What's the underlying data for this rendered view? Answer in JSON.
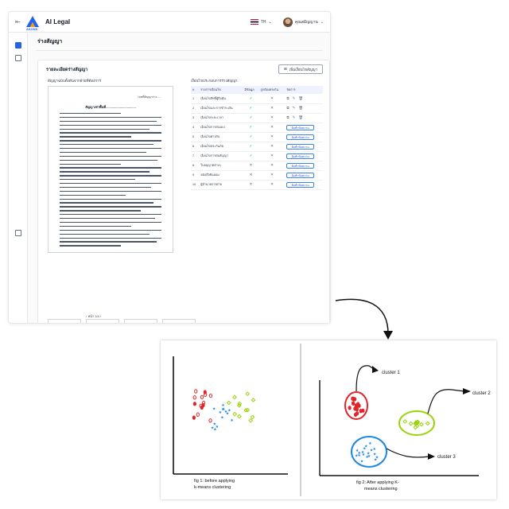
{
  "header": {
    "app_title": "AI Legal",
    "logo_text": "AXONS",
    "language": "TH",
    "user_name": "คุณสมัญญาน"
  },
  "page": {
    "title": "ร่างสัญญา"
  },
  "card": {
    "title": "รายละเอียดร่างสัญญา",
    "add_button": "เพิ่มเงื่อนไขสัญญา",
    "left_label": "สัญญาฉบับตั้งต้นจากฝ่ายที่ต้องการ",
    "right_label": "เงื่อนไขประกอบการร่างสัญญา",
    "pager": "หน้า 1/4"
  },
  "document": {
    "top_right": "เลขที่สัญญาร่าง......",
    "heading": "สัญญาเช่าพื้นที่.................................."
  },
  "table": {
    "columns": [
      "#",
      "รายการเงื่อนไข",
      "มีข้อมูล",
      "ถูกต้องตรงกัน",
      "จัดการ"
    ],
    "edit_label": "จัดทำข้อความ",
    "rows": [
      {
        "no": "1",
        "name": "เงื่อนไขสิทธิ์ผู้ถือหุ้น",
        "has": true,
        "ok": false,
        "edit": false
      },
      {
        "no": "2",
        "name": "เงื่อนไขและการชำระเงิน",
        "has": true,
        "ok": false,
        "edit": false
      },
      {
        "no": "3",
        "name": "เงื่อนไขระยะเวลา",
        "has": true,
        "ok": false,
        "edit": false
      },
      {
        "no": "4",
        "name": "เงื่อนไขการส่งมอบ",
        "has": true,
        "ok": false,
        "edit": true
      },
      {
        "no": "5",
        "name": "เงื่อนไขค่าปรับ",
        "has": true,
        "ok": false,
        "edit": true
      },
      {
        "no": "6",
        "name": "เงื่อนไขประกันภัย",
        "has": true,
        "ok": false,
        "edit": true
      },
      {
        "no": "7",
        "name": "เงื่อนไขการต่อสัญญา",
        "has": true,
        "ok": false,
        "edit": true
      },
      {
        "no": "8",
        "name": "ใบอนุญาตต่างๆ",
        "has": false,
        "ok": false,
        "edit": true
      },
      {
        "no": "9",
        "name": "หนังสือยินยอม",
        "has": false,
        "ok": false,
        "edit": true
      },
      {
        "no": "10",
        "name": "ผู้อำนวยการฝ่าย",
        "has": false,
        "ok": false,
        "edit": true
      }
    ]
  },
  "figure": {
    "left_caption_1": "fig 1: before applying",
    "left_caption_2": "k-means clustering",
    "right_caption_1": "fig 2: After applying K-",
    "right_caption_2": "means clustering",
    "cluster_1": "cluster 1",
    "cluster_2": "cluster 2",
    "cluster_3": "cluster 3"
  },
  "colors": {
    "accent": "#2563eb",
    "check": "#10b981",
    "cluster_red": "#e0262a",
    "cluster_green": "#9ad40f",
    "cluster_blue": "#1e88e5"
  }
}
